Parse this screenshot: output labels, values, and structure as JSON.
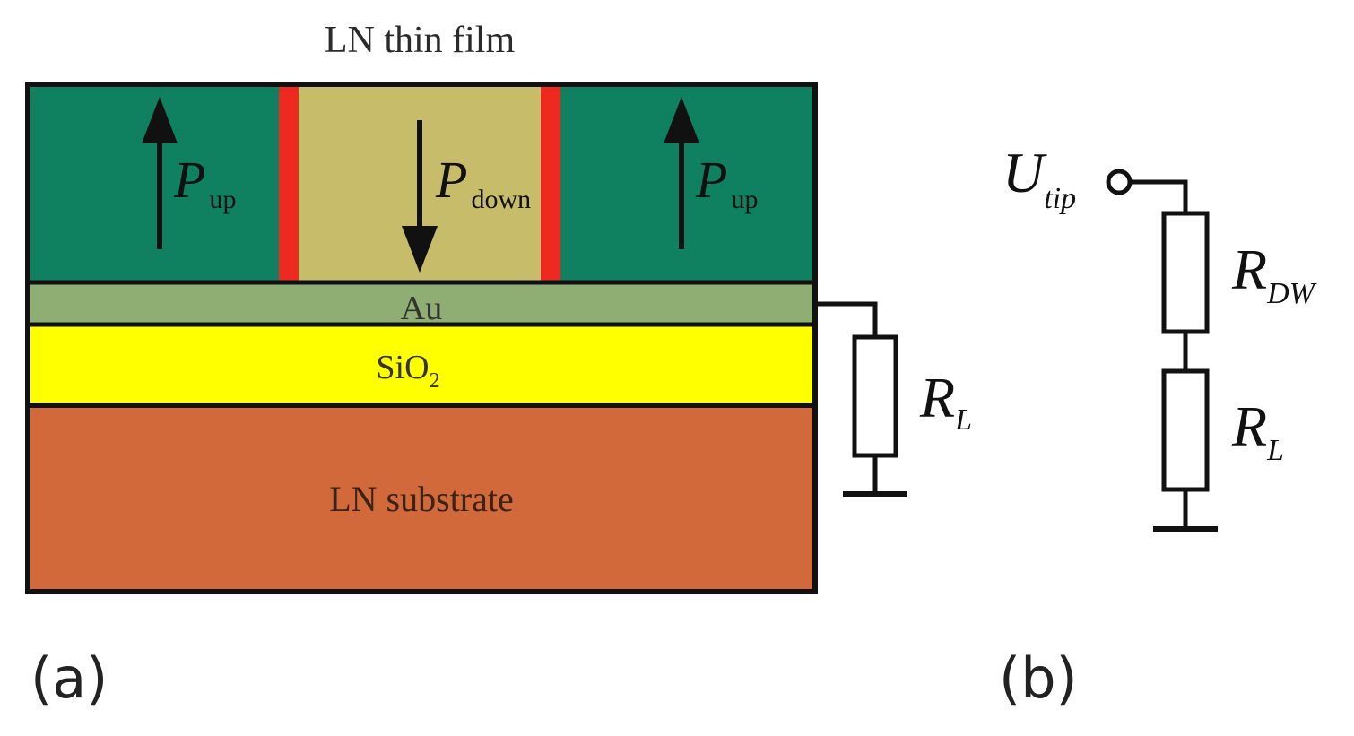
{
  "panel_a": {
    "title": "LN thin film",
    "left_domain": {
      "P": "P",
      "sub": "up"
    },
    "center_domain": {
      "P": "P",
      "sub": "down"
    },
    "right_domain": {
      "P": "P",
      "sub": "up"
    },
    "au_label": "Au",
    "sio2_label": "SiO",
    "sio2_sub": "2",
    "substrate_label": "LN substrate",
    "resistor": {
      "R": "R",
      "sub": "L"
    },
    "panel_label": "(a)",
    "colors": {
      "up_domain": "#0f8060",
      "down_domain": "#c7bc6a",
      "domain_wall": "#ee2a20",
      "au": "#8fae74",
      "sio2": "#ffff00",
      "substrate": "#d2693a",
      "outline": "#111111"
    }
  },
  "panel_b": {
    "source": {
      "U": "U",
      "sub": "tip"
    },
    "resistor_dw": {
      "R": "R",
      "sub": "DW"
    },
    "resistor_l": {
      "R": "R",
      "sub": "L"
    },
    "panel_label": "(b)"
  }
}
